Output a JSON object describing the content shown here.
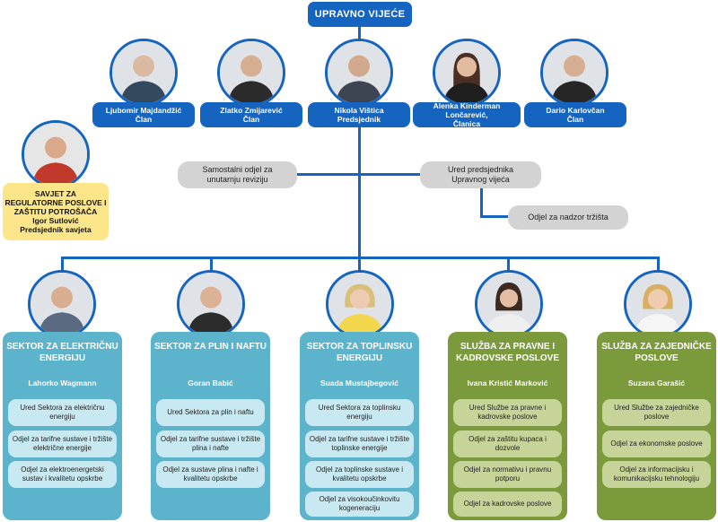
{
  "board": {
    "title": "UPRAVNO VIJEĆE",
    "members": [
      {
        "name": "Ljubomir Majdandžić",
        "role": "Član"
      },
      {
        "name": "Zlatko Zmijarević",
        "role": "Član"
      },
      {
        "name": "Nikola Vištica",
        "role": "Predsjednik"
      },
      {
        "name": "Alenka Kinderman Lončarević,",
        "role": "Članica"
      },
      {
        "name": "Dario Karlovčan",
        "role": "Član"
      }
    ]
  },
  "advisor": {
    "line1": "SAVJET ZA",
    "line2": "REGULATORNE POSLOVE I",
    "line3": "ZAŠTITU POTROŠAČA",
    "name": "Igor Sutlović",
    "role": "Predsjednik savjeta"
  },
  "offices": {
    "internal_audit": {
      "line1": "Samostalni odjel za",
      "line2": "unutarnju reviziju"
    },
    "president_office": {
      "line1": "Ured predsjednika",
      "line2": "Upravnog vijeća"
    },
    "market_supervision": {
      "line1": "Odjel za nadzor tržišta"
    }
  },
  "colors": {
    "primary_blue": "#1565c0",
    "sector_blue": "#5cb3cc",
    "sector_green": "#7a9a3b",
    "advisor_yellow": "#fde68a",
    "office_grey": "#d3d3d3"
  },
  "sectors": [
    {
      "title": "SEKTOR ZA ELEKTRIČNU ENERGIJU",
      "head": "Lahorko Wagmann",
      "units": [
        "Ured Sektora za električnu energiju",
        "Odjel za tarifne sustave i tržište električne energije",
        "Odjel za elektroenergetski sustav i kvalitetu opskrbe"
      ]
    },
    {
      "title": "SEKTOR ZA PLIN I NAFTU",
      "head": "Goran Babić",
      "units": [
        "Ured Sektora za plin i naftu",
        "Odjel za tarifne sustave i tržište plina i nafte",
        "Odjel za sustave plina i nafte i kvalitetu opskrbe"
      ]
    },
    {
      "title": "SEKTOR ZA TOPLINSKU ENERGIJU",
      "head": "Suada Mustajbegović",
      "units": [
        "Ured Sektora za toplinsku energiju",
        "Odjel za tarifne sustave i tržište toplinske energije",
        "Odjel za toplinske sustave i kvalitetu opskrbe",
        "Odjel za visokoučinkovitu kogeneraciju"
      ]
    },
    {
      "title": "SLUŽBA ZA PRAVNE I KADROVSKE POSLOVE",
      "head": "Ivana Kristić Marković",
      "units": [
        "Ured Službe za pravne i kadrovske poslove",
        "Odjel za zaštitu kupaca i dozvole",
        "Odjel za normativu i pravnu potporu",
        "Odjel za kadrovske poslove"
      ]
    },
    {
      "title": "SLUŽBA ZA ZAJEDNIČKE POSLOVE",
      "head": "Suzana Garašić",
      "units": [
        "Ured Službe za zajedničke poslove",
        "Odjel za ekonomske poslove",
        "Odjel za informacijsku i komunikacijsku tehnologiju"
      ]
    }
  ]
}
